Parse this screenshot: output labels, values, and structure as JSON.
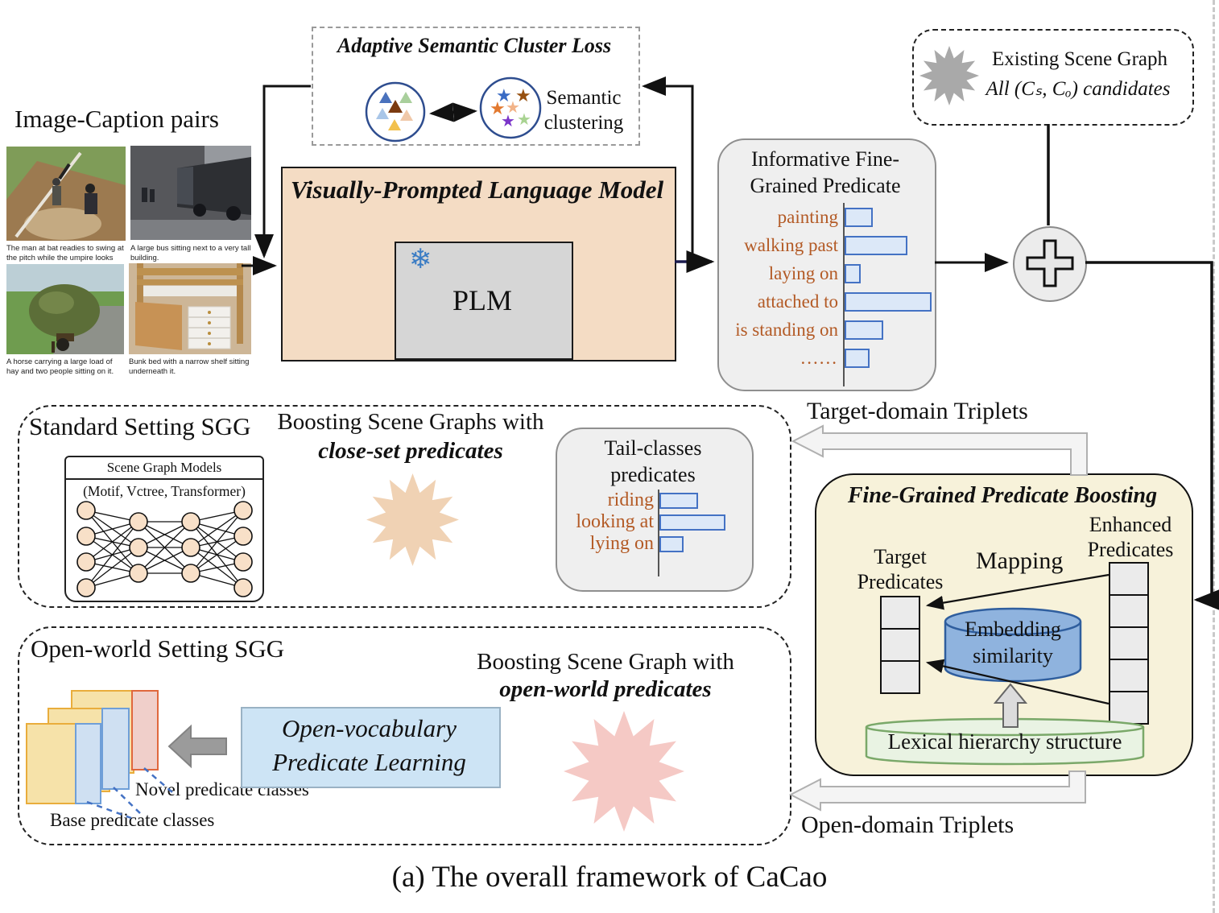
{
  "figure": {
    "caption": "(a) The overall framework of CaCao"
  },
  "image_caption_pairs": {
    "title": "Image-Caption pairs",
    "pairs": [
      {
        "caption": "The man at bat readies to swing at the pitch while the umpire looks on."
      },
      {
        "caption": "A large bus sitting next to a very tall building."
      },
      {
        "caption": "A horse carrying a large load of hay and two people sitting on it."
      },
      {
        "caption": "Bunk bed with a narrow shelf sitting underneath it."
      }
    ]
  },
  "cluster_loss": {
    "title": "Adaptive Semantic Cluster Loss",
    "side_label": "Semantic clustering"
  },
  "existing_sg": {
    "line1": "Existing Scene Graph",
    "line2": "All (Cₛ, Cₒ) candidates"
  },
  "vplm": {
    "title": "Visually-Prompted Language Model",
    "plm_label": "PLM",
    "snowflake": "❄"
  },
  "informative": {
    "title": "Informative Fine-Grained Predicate",
    "items": [
      {
        "label": "painting",
        "width": 35
      },
      {
        "label": "walking past",
        "width": 78
      },
      {
        "label": "laying on",
        "width": 20
      },
      {
        "label": "attached to",
        "width": 108
      },
      {
        "label": "is standing on",
        "width": 48
      },
      {
        "label": "......",
        "width": 31
      }
    ]
  },
  "target_triplets_label": "Target-domain Triplets",
  "open_triplets_label": "Open-domain Triplets",
  "standard_sgg": {
    "title": "Standard Setting SGG",
    "boost_line1": "Boosting Scene Graphs with",
    "boost_line2": "close-set predicates",
    "model_box": {
      "header": "Scene Graph Models",
      "models": "(Motif, Vctree, Transformer)"
    },
    "tail": {
      "title": "Tail-classes predicates",
      "items": [
        {
          "label": "riding",
          "width": 48
        },
        {
          "label": "looking at",
          "width": 82
        },
        {
          "label": "lying on",
          "width": 30
        }
      ]
    }
  },
  "boosting": {
    "title": "Fine-Grained Predicate Boosting",
    "target_label": "Target Predicates",
    "mapping_label": "Mapping",
    "enhanced_label": "Enhanced Predicates",
    "embedding_label": "Embedding similarity",
    "lexical_label": "Lexical hierarchy structure"
  },
  "open_sgg": {
    "title": "Open-world Setting SGG",
    "boost_line1": "Boosting Scene Graph with",
    "boost_line2": "open-world predicates",
    "ovpl": "Open-vocabulary Predicate Learning",
    "novel_label": "Novel predicate classes",
    "base_label": "Base predicate classes"
  },
  "colors": {
    "vplm_fill": "#f4dcc4",
    "plm_fill": "#d6d6d6",
    "bar_fill": "#dce8f8",
    "bar_border": "#4472c4",
    "predicate_text": "#b35a25",
    "boosting_fill": "#f7f2da",
    "embedding_fill": "#8fb3de",
    "lexical_fill": "#e9f3e3",
    "ovpl_fill": "#cde4f5",
    "snowflake_blue": "#3a7cc4"
  }
}
